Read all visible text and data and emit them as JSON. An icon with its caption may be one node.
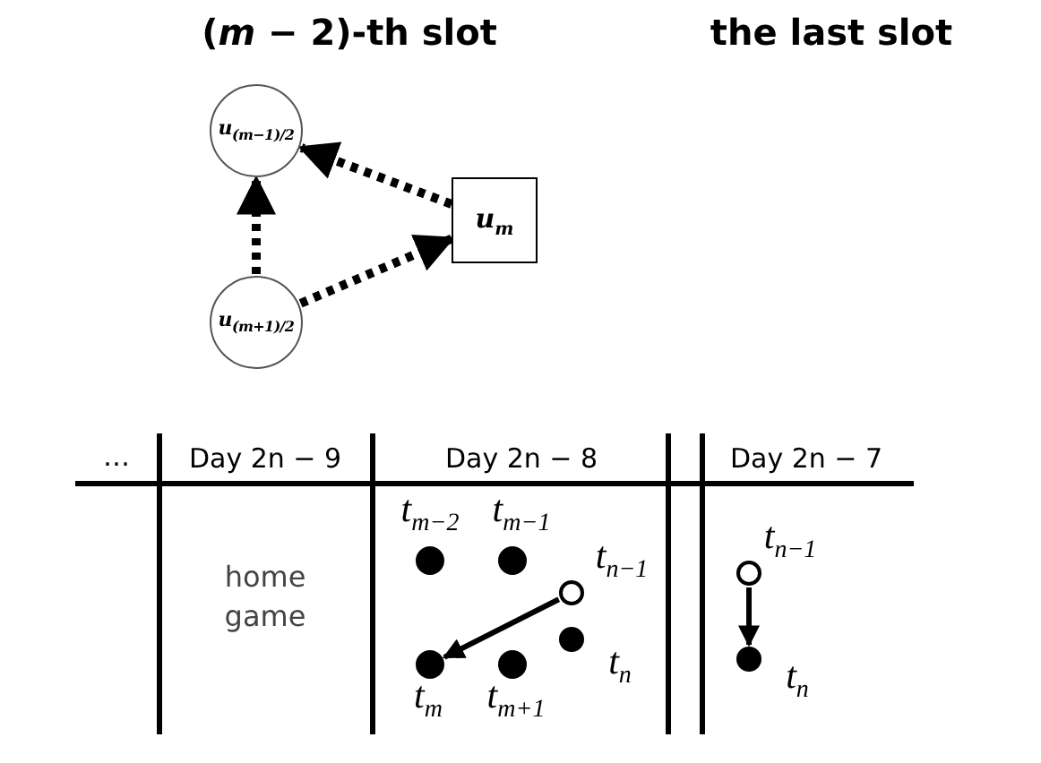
{
  "diagram": {
    "nodes": [
      {
        "text": [
          "u$_{(m−1)/2}$"
        ]
      },
      {
        "text": [
          "u$_{m}$"
        ]
      },
      {
        "text": [
          "u$_{(m+1)/2}$"
        ]
      },
      {
        "text": [],
        "shape": "circle",
        "beside": [
          "t$_{m−2}$"
        ]
      },
      {
        "text": [],
        "shape": "circle",
        "beside": [
          "t$_{m−1}$"
        ]
      },
      {
        "text": [],
        "shape": "circle",
        "beside": [
          "t$_{n−1}$"
        ]
      },
      {
        "text": [],
        "shape": "circle",
        "beside": [
          "t$_{m}$"
        ]
      },
      {
        "text": [],
        "shape": "circle",
        "beside": [
          "t$_{m+1}$"
        ]
      },
      {
        "text": [],
        "shape": "circle",
        "beside": [
          "t$_{n}$"
        ]
      },
      {
        "text": [],
        "shape": "circle",
        "beside": [
          "t$_{n−1}$"
        ]
      },
      {
        "text": [],
        "shape": "circle",
        "beside": [
          "t$_{n}$"
        ]
      }
    ],
    "edges": [
      {
        "from": 1,
        "to": 0,
        "arrow": "to",
        "style": "dashed"
      },
      {
        "from": 2,
        "to": 0,
        "arrow": "to",
        "style": "dashed"
      },
      {
        "from": 2,
        "to": 1,
        "arrow": "to",
        "style": "dashed"
      },
      {
        "from": 5,
        "to": 6,
        "arrow": "to"
      },
      {
        "from": 9,
        "to": 10,
        "arrow": "to"
      }
    ],
    "labels": [
      "(*m* − 2)-th  slot",
      "the last slot",
      "…",
      "Day 2n − 9",
      "Day 2n − 8",
      "Day 2n − 7",
      "home game"
    ]
  }
}
